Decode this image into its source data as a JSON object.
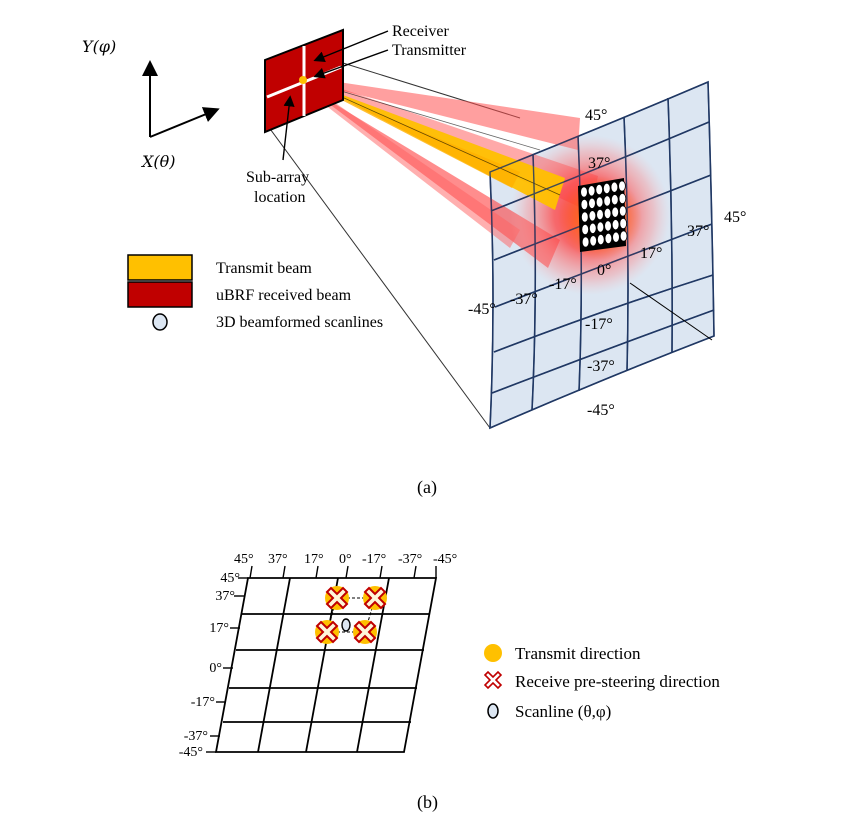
{
  "panel_a": {
    "caption": "(a)",
    "axes": {
      "y_label": "Y(φ)",
      "x_label": "X(θ)"
    },
    "array": {
      "receiver_label": "Receiver",
      "transmitter_label": "Transmitter",
      "subarray_label_line1": "Sub-array",
      "subarray_label_line2": "location"
    },
    "legend": [
      {
        "label": "Transmit beam",
        "color": "#ffc000"
      },
      {
        "label": "uBRF received beam",
        "color": "#c00000"
      },
      {
        "label": "3D beamformed scanlines",
        "color": "#dce6f2"
      }
    ],
    "grid_labels": {
      "top": "45°",
      "top_inner": "37°",
      "right_outer": "45°",
      "right_inner": "37°",
      "right_center": "17°",
      "center": "0°",
      "left_center": "-17°",
      "left_inner": "-37°",
      "left_outer": "-45°",
      "bottom_center": "-17°",
      "bottom_inner": "-37°",
      "bottom_outer": "-45°"
    },
    "colors": {
      "grid_fill": "#dce6f2",
      "grid_line": "#203864",
      "transmit": "#ffc000",
      "receive": "#c00000"
    }
  },
  "panel_b": {
    "caption": "(b)",
    "column_labels": [
      "45°",
      "37°",
      "17°",
      "0°",
      "-17°",
      "-37°",
      "-45°"
    ],
    "row_labels": [
      "45°",
      "37°",
      "17°",
      "0°",
      "-17°",
      "-37°",
      "-45°"
    ],
    "legend": [
      {
        "label": "Transmit direction",
        "icon": "orange-dot-icon"
      },
      {
        "label": "Receive pre-steering direction",
        "icon": "red-cross-icon"
      },
      {
        "label": "Scanline (θ,φ)",
        "icon": "scanline-icon"
      }
    ]
  }
}
